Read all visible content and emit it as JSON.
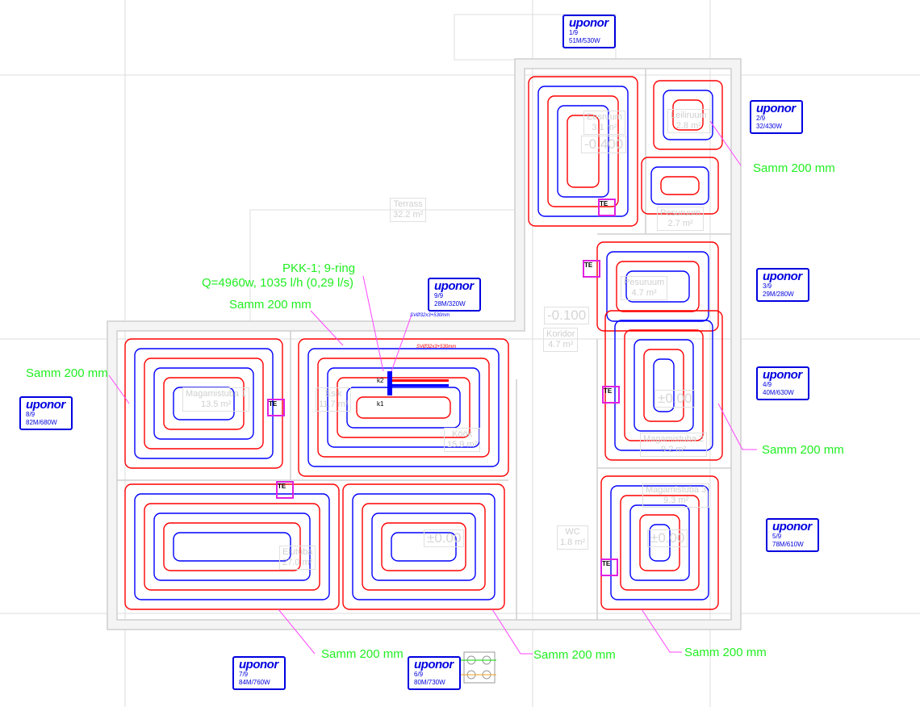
{
  "manifold": {
    "title": "PKK-1; 9-ring",
    "flow": "Q=4960w, 1035 l/h (0,29 l/s)",
    "pipe1": "SVØ32x3+530mm",
    "pipe2": "SVØ32x3+530mm",
    "k1": "k1",
    "k2": "k2"
  },
  "circuits": [
    {
      "brand": "uponor",
      "id": "1/9",
      "spec": "51M/530W"
    },
    {
      "brand": "uponor",
      "id": "2/9",
      "spec": "32/430W"
    },
    {
      "brand": "uponor",
      "id": "3/9",
      "spec": "29M/280W"
    },
    {
      "brand": "uponor",
      "id": "4/9",
      "spec": "40M/630W"
    },
    {
      "brand": "uponor",
      "id": "5/9",
      "spec": "78M/610W"
    },
    {
      "brand": "uponor",
      "id": "6/9",
      "spec": "80M/730W"
    },
    {
      "brand": "uponor",
      "id": "7/9",
      "spec": "84M/760W"
    },
    {
      "brand": "uponor",
      "id": "8/9",
      "spec": "82M/680W"
    },
    {
      "brand": "uponor",
      "id": "9/9",
      "spec": "28M/320W"
    }
  ],
  "spacing_label": "Samm 200 mm",
  "rooms": [
    {
      "name": "Eesruum",
      "area": "3.1 m²"
    },
    {
      "name": "Leiliruum",
      "area": "2.8 m²"
    },
    {
      "name": "Pesuruum",
      "area": "2.7 m²"
    },
    {
      "name": "Pesuruum",
      "area": "4.7 m²"
    },
    {
      "name": "Koridor",
      "area": "4.7 m²"
    },
    {
      "name": "Magamistuba 2",
      "area": "9.2 m²"
    },
    {
      "name": "Magamistuba 3",
      "area": "9.3 m²"
    },
    {
      "name": "WC",
      "area": "1.8 m²"
    },
    {
      "name": "Magamistuba 1",
      "area": "13.5 m²"
    },
    {
      "name": "Esik",
      "area": "11.7 m²"
    },
    {
      "name": "Köök",
      "area": "15.9 m²"
    },
    {
      "name": "Elutuba",
      "area": "27.0 m²"
    },
    {
      "name": "Terrass",
      "area": "32.2 m²"
    }
  ],
  "levels": [
    "-0.400",
    "-0.100",
    "±0.00",
    "±0.00",
    "±0.00"
  ],
  "thermostat": "TE",
  "colors": {
    "supply": "#ff0000",
    "return": "#0000ff",
    "label": "#22ee22",
    "brand": "#0000e0",
    "leader": "#ff44ff"
  }
}
